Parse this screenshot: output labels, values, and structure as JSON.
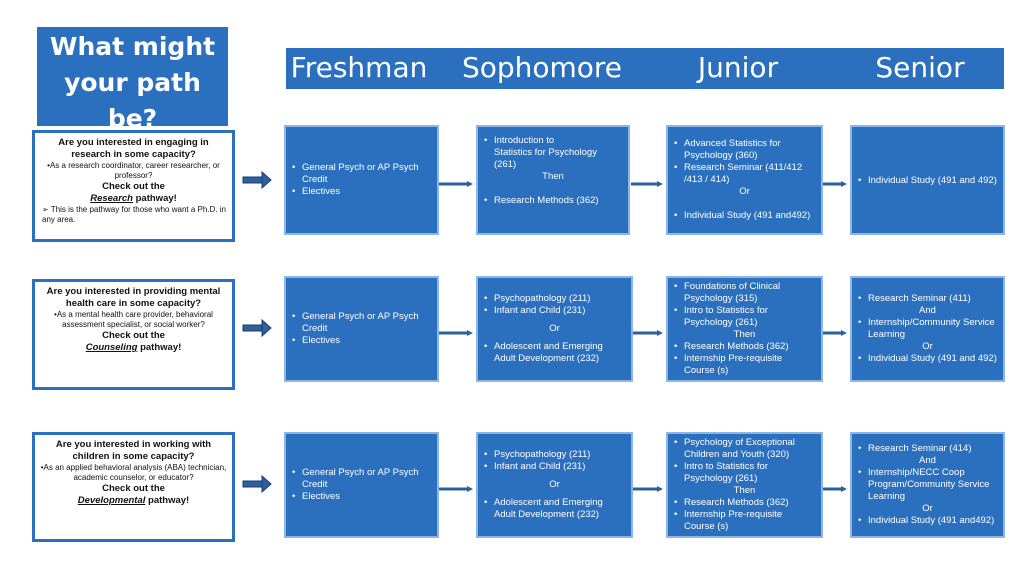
{
  "title": {
    "line1": "What might",
    "line2": "your path be?"
  },
  "years": [
    "Freshman",
    "Sophomore",
    "Junior",
    "Senior"
  ],
  "rows": [
    {
      "question": {
        "head": "Are you interested in engaging in research in some capacity?",
        "examples": "•As a research coordinator, career researcher, or professor?",
        "check": "Check out the",
        "path_name": "Research",
        "path_suffix": " pathway!",
        "note": "➢  This is the pathway for those who want a Ph.D. in any area."
      },
      "freshman": [
        "General Psych or AP Psych Credit",
        "Electives"
      ],
      "sophomore": {
        "l1": "Introduction to",
        "l2": "Statistics  for Psychology",
        "l3": "(261)",
        "then": "Then",
        "l4": "Research Methods (362)"
      },
      "junior": {
        "b1": "Advanced Statistics for Psychology (360)",
        "b2": "Research Seminar (411/412 /413 / 414)",
        "or": "Or",
        "b3": "Individual Study (491 and492)"
      },
      "senior": [
        "Individual Study (491 and 492)"
      ]
    },
    {
      "question": {
        "head": "Are you interested in providing mental health care in some capacity?",
        "examples": "•As a mental health care provider, behavioral assessment specialist, or social worker?",
        "check": "Check out the",
        "path_name": "Counseling",
        "path_suffix": " pathway!"
      },
      "freshman": [
        "General Psych or AP Psych Credit",
        "Electives"
      ],
      "sophomore": {
        "b1": "Psychopathology (211)",
        "b2": "Infant and Child (231)",
        "or": "Or",
        "b3": "Adolescent and Emerging Adult Development (232)"
      },
      "junior": {
        "b1": "Foundations of Clinical Psychology (315)",
        "b2": "Intro to Statistics for Psychology (261)",
        "then": "Then",
        "b3": "Research Methods (362)",
        "b4": "Internship Pre-requisite Course (s)"
      },
      "senior": {
        "b1": "Research Seminar (411)",
        "and": "And",
        "b2": "Internship/Community Service Learning",
        "or": "Or",
        "b3": "Individual Study (491 and 492)"
      }
    },
    {
      "question": {
        "head": "Are you interested in working with children in some capacity?",
        "examples": "•As an applied behavioral analysis (ABA) technician, academic counselor, or educator?",
        "check": "Check out the",
        "path_name": "Developmental",
        "path_suffix": " pathway!"
      },
      "freshman": [
        "General Psych or AP Psych Credit",
        "Electives"
      ],
      "sophomore": {
        "b1": "Psychopathology (211)",
        "b2": "Infant and Child (231)",
        "or": "Or",
        "b3": "Adolescent and Emerging Adult Development (232)"
      },
      "junior": {
        "b1": "Psychology of Exceptional Children and Youth (320)",
        "b2": "Intro to Statistics for Psychology (261)",
        "then": "Then",
        "b3": "Research Methods (362)",
        "b4": "Internship Pre-requisite Course (s)"
      },
      "senior": {
        "b1": "Research Seminar (414)",
        "and": "And",
        "b2": "Internship/NECC Coop Program/Community Service Learning",
        "or": "Or",
        "b3": "Individual Study (491 and492)"
      }
    }
  ],
  "colors": {
    "box_blue": "#2b6fbf",
    "arrow_blue": "#2e5f9e",
    "box_border": "#8bb6e6"
  }
}
